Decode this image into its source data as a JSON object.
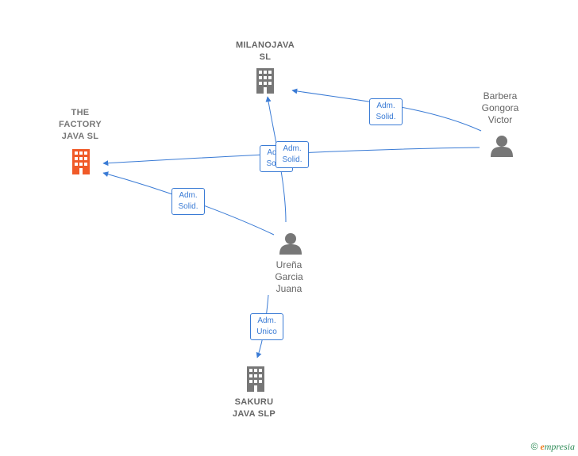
{
  "nodes": {
    "milanojava": {
      "label_line1": "MILANOJAVA",
      "label_line2": "SL",
      "icon": "building-icon",
      "color": "#777777"
    },
    "the_factory": {
      "label_line1": "THE",
      "label_line2": "FACTORY",
      "label_line3": "JAVA  SL",
      "icon": "building-icon",
      "color": "#f05a28"
    },
    "sakuru": {
      "label_line1": "SAKURU",
      "label_line2": "JAVA  SLP",
      "icon": "building-icon",
      "color": "#777777"
    },
    "barbera": {
      "label_line1": "Barbera",
      "label_line2": "Gongora",
      "label_line3": "Victor",
      "icon": "person-icon",
      "color": "#777777"
    },
    "urena": {
      "label_line1": "Ureña",
      "label_line2": "Garcia",
      "label_line3": "Juana",
      "icon": "person-icon",
      "color": "#777777"
    }
  },
  "edges": [
    {
      "from": "barbera",
      "to": "milanojava",
      "label_line1": "Adm.",
      "label_line2": "Solid."
    },
    {
      "from": "barbera",
      "to": "the_factory",
      "label_line1": "Adm.",
      "label_line2": "Solid."
    },
    {
      "from": "urena",
      "to": "milanojava",
      "label_line1": "Adm.",
      "label_line2": "Solid."
    },
    {
      "from": "urena",
      "to": "the_factory",
      "label_line1": "Adm.",
      "label_line2": "Solid."
    },
    {
      "from": "urena",
      "to": "sakuru",
      "label_line1": "Adm.",
      "label_line2": "Unico"
    }
  ],
  "colors": {
    "edge": "#3a7bd5",
    "node": "#777777",
    "focus": "#f05a28"
  },
  "footer": {
    "copyright_symbol": "©",
    "brand_initial": "e",
    "brand_rest": "mpresia"
  }
}
